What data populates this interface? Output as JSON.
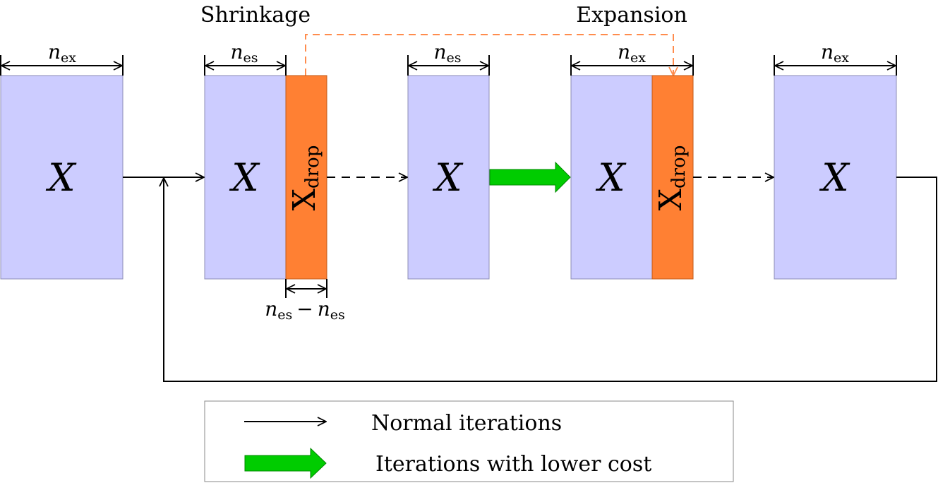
{
  "headings": {
    "shrinkage": "Shrinkage",
    "expansion": "Expansion"
  },
  "matrix": {
    "symbol": "X",
    "drop_symbol": "X",
    "drop_subscript": "drop"
  },
  "dimensions": {
    "n": "n",
    "ex": "ex",
    "es": "es",
    "minus": "−"
  },
  "legend": {
    "normal": "Normal iterations",
    "lower_cost": "Iterations with lower cost"
  },
  "colors": {
    "block_fill": "#ccccff",
    "block_stroke": "#8c8cb4",
    "drop_fill": "#ff8033",
    "drop_stroke": "#c05a18",
    "dashed_orange": "#ff8c4d",
    "green_arrow": "#00cc00",
    "green_stroke": "#008800"
  }
}
